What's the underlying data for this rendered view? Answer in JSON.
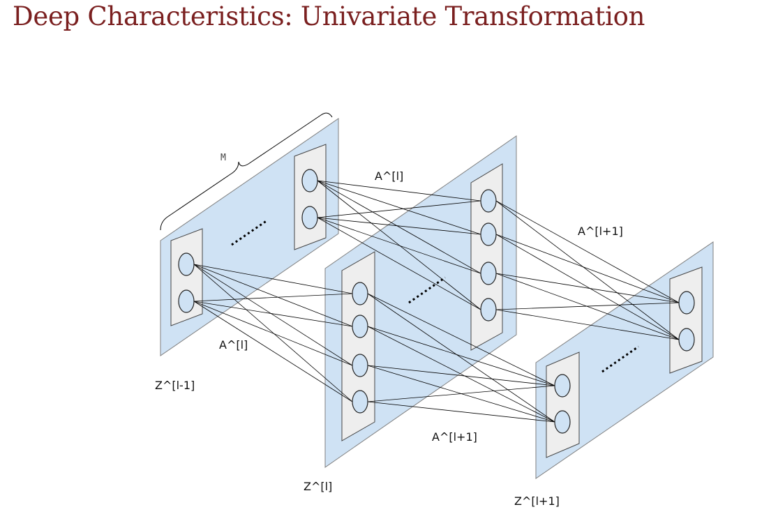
{
  "title": "Deep Characteristics: Univariate Transformation",
  "colors": {
    "title": "#7a1f1f",
    "plane_fill": "#cfe2f4",
    "plane_stroke": "#7f7f7f",
    "box_fill": "#eeeeee",
    "edge": "#000000"
  },
  "labels": {
    "m": "M",
    "a_l_top": "A^[l]",
    "a_l_bottom": "A^[l]",
    "a_l1_top": "A^[l+1]",
    "a_l1_bottom": "A^[l+1]",
    "z_prev": "Z^[l-1]",
    "z_cur": "Z^[l]",
    "z_next": "Z^[l+1]"
  },
  "icons": {
    "ellipsis": "dots-ellipsis-icon",
    "brace": "curly-brace-icon"
  }
}
